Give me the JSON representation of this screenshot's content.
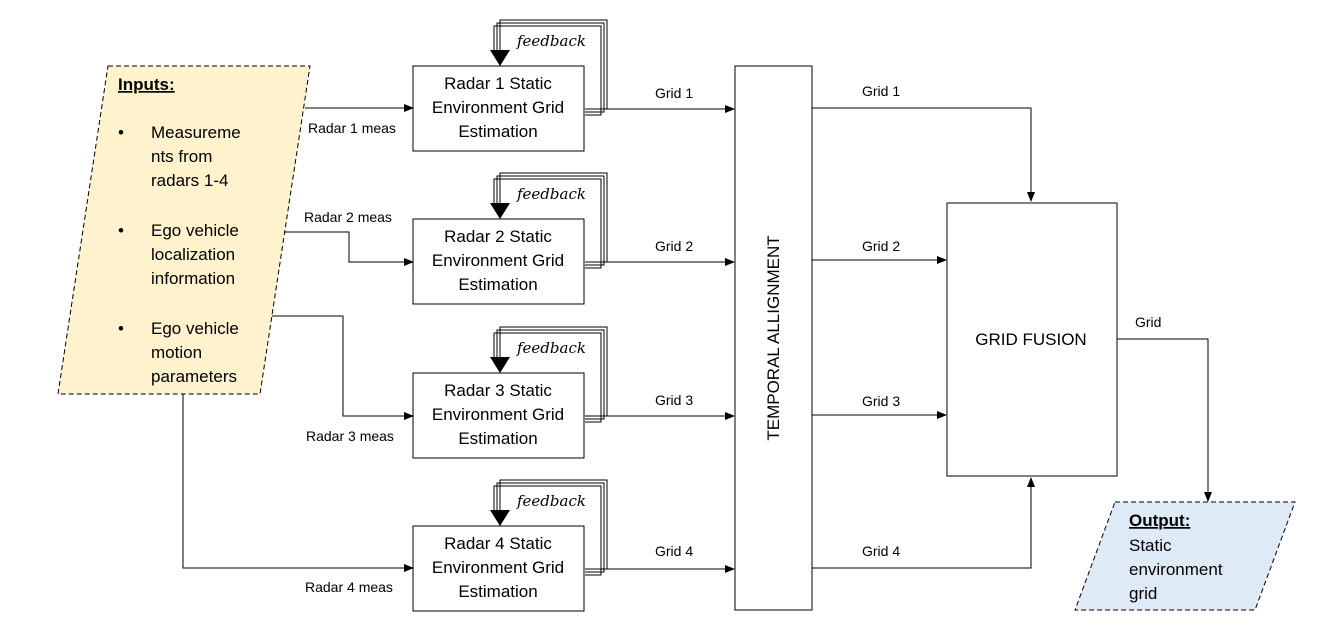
{
  "inputs": {
    "title": "Inputs:",
    "bullet": "•",
    "items": [
      [
        "Measureme",
        "nts from",
        "radars 1-4"
      ],
      [
        "Ego vehicle",
        "localization",
        "information"
      ],
      [
        "Ego vehicle",
        "motion",
        "parameters"
      ]
    ]
  },
  "feedback_label": "feedback",
  "radars": [
    {
      "lines": [
        "Radar 1 Static",
        "Environment Grid",
        "Estimation"
      ],
      "meas": "Radar 1 meas",
      "grid": "Grid 1"
    },
    {
      "lines": [
        "Radar 2 Static",
        "Environment Grid",
        "Estimation"
      ],
      "meas": "Radar 2 meas",
      "grid": "Grid 2"
    },
    {
      "lines": [
        "Radar 3 Static",
        "Environment Grid",
        "Estimation"
      ],
      "meas": "Radar 3 meas",
      "grid": "Grid 3"
    },
    {
      "lines": [
        "Radar 4 Static",
        "Environment Grid",
        "Estimation"
      ],
      "meas": "Radar 4 meas",
      "grid": "Grid 4"
    }
  ],
  "temporal_alignment": "TEMPORAL ALLIGNMENT",
  "aligned_grids": [
    "Grid 1",
    "Grid 2",
    "Grid 3",
    "Grid 4"
  ],
  "grid_fusion": "GRID FUSION",
  "fusion_output": "Grid",
  "output": {
    "title": "Output:",
    "lines": [
      "Static",
      "environment",
      "grid"
    ]
  },
  "colors": {
    "inputs_fill": "#FFF2CC",
    "output_fill": "#DEEBF7"
  }
}
